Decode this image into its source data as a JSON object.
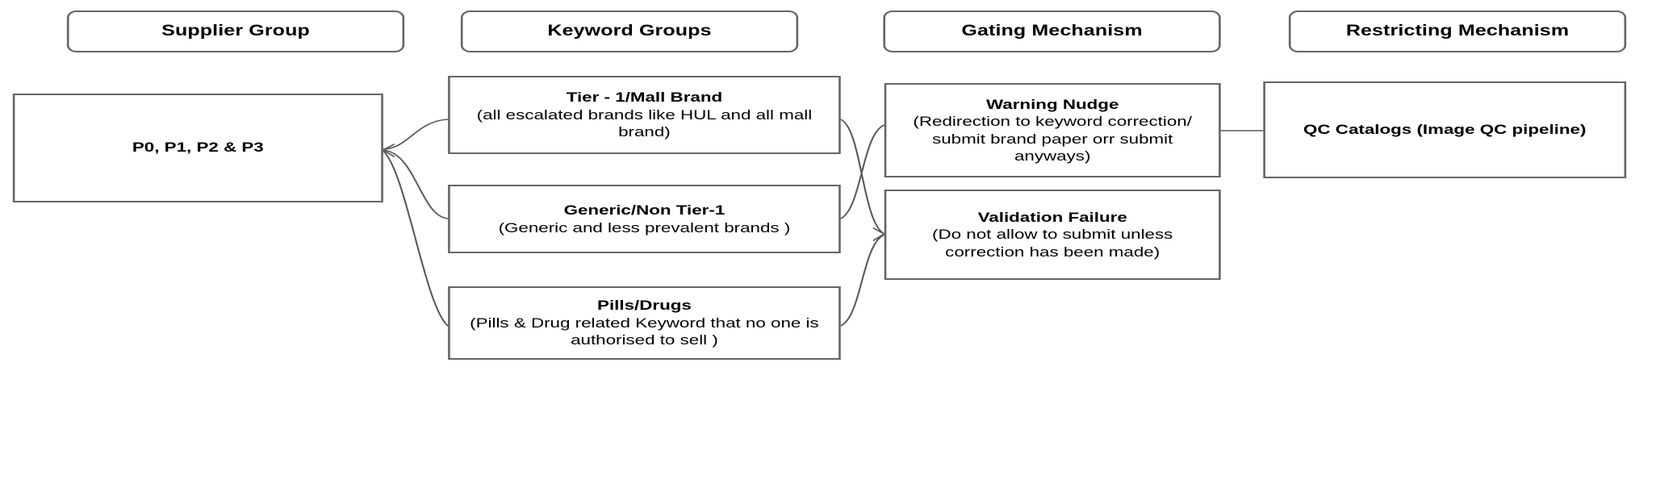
{
  "diagram": {
    "type": "flow-diagram",
    "background_color": "#ffffff",
    "border_color": "#666666",
    "text_color": "#000000",
    "columns": [
      {
        "id": "supplier-group",
        "header": "Supplier Group"
      },
      {
        "id": "keyword-groups",
        "header": "Keyword Groups"
      },
      {
        "id": "gating-mechanism",
        "header": "Gating Mechanism"
      },
      {
        "id": "restricting-mechanism",
        "header": "Restricting Mechanism"
      }
    ],
    "headers": {
      "supplier_group": "Supplier Group",
      "keyword_groups": "Keyword Groups",
      "gating_mechanism": "Gating Mechanism",
      "restricting_mechanism": "Restricting Mechanism"
    },
    "nodes": {
      "supplier": {
        "label": "P0, P1, P2 & P3"
      },
      "tier1": {
        "title": "Tier - 1/Mall Brand",
        "subtitle": "(all escalated brands like HUL and all mall brand)"
      },
      "generic": {
        "title": "Generic/Non Tier-1",
        "subtitle": "(Generic and less prevalent brands )"
      },
      "pills": {
        "title": "Pills/Drugs",
        "subtitle": "(Pills & Drug related Keyword that no one is authorised to sell )"
      },
      "warning_nudge": {
        "title": "Warning Nudge",
        "subtitle": "(Redirection to keyword correction/ submit brand paper orr submit anyways)"
      },
      "validation_failure": {
        "title": "Validation Failure",
        "subtitle": "(Do not allow to submit unless correction has been made)"
      },
      "qc_catalogs": {
        "label": "QC Catalogs (Image QC pipeline)"
      }
    },
    "edges": [
      {
        "from": "supplier",
        "to": "tier1",
        "style": "curved"
      },
      {
        "from": "supplier",
        "to": "generic",
        "style": "curved"
      },
      {
        "from": "supplier",
        "to": "pills",
        "style": "curved"
      },
      {
        "from": "tier1",
        "to": "validation_failure",
        "style": "curved"
      },
      {
        "from": "generic",
        "to": "warning_nudge",
        "style": "curved"
      },
      {
        "from": "pills",
        "to": "validation_failure",
        "style": "curved"
      },
      {
        "from": "warning_nudge",
        "to": "qc_catalogs",
        "style": "straight"
      }
    ]
  }
}
